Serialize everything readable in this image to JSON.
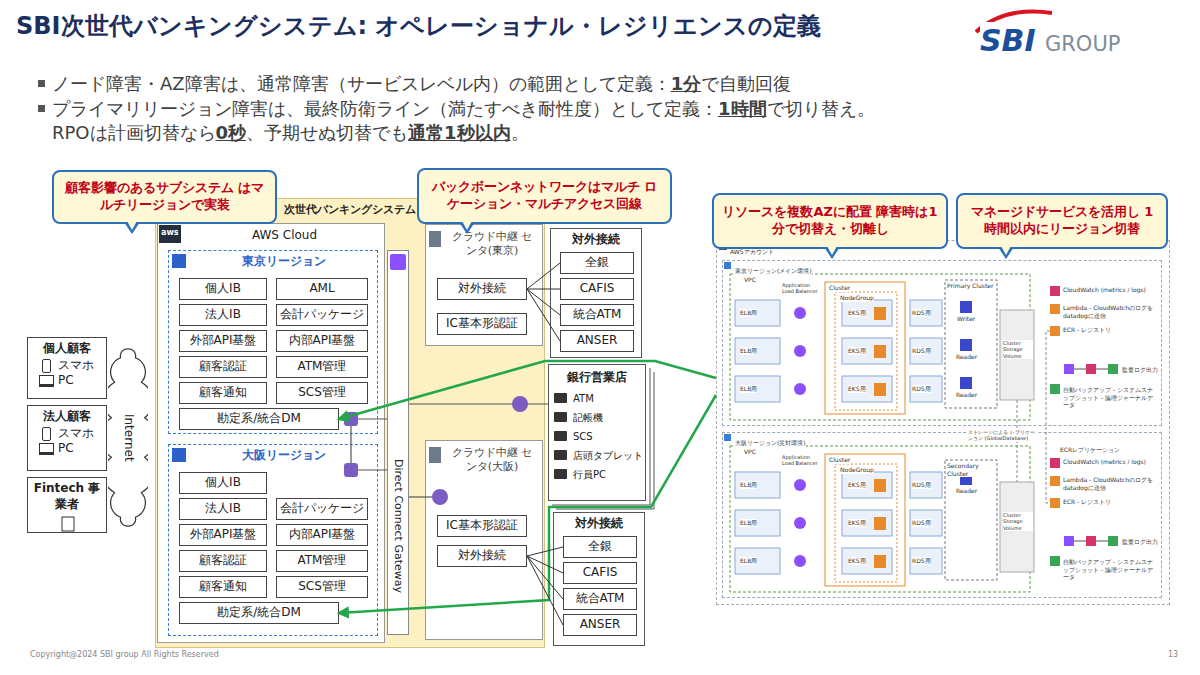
{
  "diagram": {
    "title": "SBI次世代バンキングシステム: オペレーショナル・レジリエンスの定義",
    "nodes": [
      {
        "text": [
          "顧客影響のあるサブシステム はマルチリージョンで実装"
        ]
      },
      {
        "text": [
          "バックボーンネットワークはマルチ ロケーション・マルチアクセス回線"
        ]
      },
      {
        "text": [
          "リソースを複数AZに配置 障害時は1分で切替え・切離し"
        ]
      },
      {
        "text": [
          "マネージドサービスを活用し 1時間以内にリージョン切替"
        ]
      },
      {
        "text": [
          "個人顧客",
          "スマホ",
          "PC"
        ]
      },
      {
        "text": [
          "法人顧客",
          "スマホ",
          "PC"
        ]
      },
      {
        "text": [
          "Fintech 事業者"
        ]
      },
      {
        "text": [
          "Internet"
        ]
      },
      {
        "text": [
          "次世代バンキングシステム"
        ]
      },
      {
        "text": [
          "AWS Cloud"
        ],
        "in": 8
      },
      {
        "text": [
          "東京リージョン"
        ],
        "in": 9
      },
      {
        "text": [
          "個人IB"
        ],
        "in": 10
      },
      {
        "text": [
          "AML"
        ],
        "in": 10
      },
      {
        "text": [
          "法人IB"
        ],
        "in": 10
      },
      {
        "text": [
          "会計パッケージ"
        ],
        "in": 10
      },
      {
        "text": [
          "外部API基盤"
        ],
        "in": 10
      },
      {
        "text": [
          "内部API基盤"
        ],
        "in": 10
      },
      {
        "text": [
          "顧客認証"
        ],
        "in": 10
      },
      {
        "text": [
          "ATM管理"
        ],
        "in": 10
      },
      {
        "text": [
          "顧客通知"
        ],
        "in": 10
      },
      {
        "text": [
          "SCS管理"
        ],
        "in": 10
      },
      {
        "text": [
          "勘定系/統合DM"
        ],
        "in": 10
      },
      {
        "text": [
          "大阪リージョン"
        ],
        "in": 9
      },
      {
        "text": [
          "個人IB"
        ],
        "in": 22
      },
      {
        "text": [
          "法人IB"
        ],
        "in": 22
      },
      {
        "text": [
          "会計パッケージ"
        ],
        "in": 22
      },
      {
        "text": [
          "外部API基盤"
        ],
        "in": 22
      },
      {
        "text": [
          "内部API基盤"
        ],
        "in": 22
      },
      {
        "text": [
          "顧客認証"
        ],
        "in": 22
      },
      {
        "text": [
          "ATM管理"
        ],
        "in": 22
      },
      {
        "text": [
          "顧客通知"
        ],
        "in": 22
      },
      {
        "text": [
          "SCS管理"
        ],
        "in": 22
      },
      {
        "text": [
          "勘定系/統合DM"
        ],
        "in": 22
      },
      {
        "text": [
          "Direct Connect Gateway"
        ],
        "in": 8
      },
      {
        "text": [
          "クラウド中継 センタ(東京)"
        ],
        "in": 8
      },
      {
        "text": [
          "対外接続"
        ],
        "in": 34
      },
      {
        "text": [
          "IC基本形認証"
        ],
        "in": 34
      },
      {
        "text": [
          "クラウド中継 センタ(大阪)"
        ],
        "in": 8
      },
      {
        "text": [
          "IC基本形認証"
        ],
        "in": 37
      },
      {
        "text": [
          "対外接続"
        ],
        "in": 37
      },
      {
        "text": [
          "対外接続"
        ]
      },
      {
        "text": [
          "全銀"
        ],
        "in": 40
      },
      {
        "text": [
          "CAFIS"
        ],
        "in": 40
      },
      {
        "text": [
          "統合ATM"
        ],
        "in": 40
      },
      {
        "text": [
          "ANSER"
        ],
        "in": 40
      },
      {
        "text": [
          "銀行営業店",
          "ATM",
          "記帳機",
          "SCS",
          "店頭タブレット",
          "行員PC"
        ]
      },
      {
        "text": [
          "対外接続"
        ]
      },
      {
        "text": [
          "全銀"
        ],
        "in": 46
      },
      {
        "text": [
          "CAFIS"
        ],
        "in": 46
      },
      {
        "text": [
          "統合ATM"
        ],
        "in": 46
      },
      {
        "text": [
          "ANSER"
        ],
        "in": 46
      },
      {
        "text": [
          "AWSアカウント"
        ]
      },
      {
        "text": [
          "東京リージョン(メイン環境)"
        ],
        "in": 51
      },
      {
        "text": [
          "大阪リージョン(災対環境)"
        ],
        "in": 51
      }
    ],
    "edges": [
      {
        "from": 51,
        "to": 21,
        "arrow": "to"
      },
      {
        "from": 51,
        "to": 32,
        "arrow": "to"
      },
      {
        "from": 35,
        "to": 41,
        "arrow": "none"
      },
      {
        "from": 35,
        "to": 42,
        "arrow": "none"
      },
      {
        "from": 35,
        "to": 43,
        "arrow": "none"
      },
      {
        "from": 35,
        "to": 44,
        "arrow": "none"
      },
      {
        "from": 39,
        "to": 47,
        "arrow": "none"
      },
      {
        "from": 39,
        "to": 48,
        "arrow": "none"
      },
      {
        "from": 39,
        "to": 49,
        "arrow": "none"
      },
      {
        "from": 39,
        "to": 50,
        "arrow": "none"
      }
    ],
    "labels": [
      "SBI",
      "GROUP",
      "ノード障害・AZ障害は、通常障害（サービスレベル内）の範囲として定義：",
      "1分",
      "で自動回復",
      "プライマリリージョン障害は、最終防衛ライン（満たすべき耐性度）として定義：",
      "1時間",
      "で切り替え。",
      "RPOは計画切替なら",
      "0秒",
      "、予期せぬ切替でも",
      "通常1秒以内",
      "。",
      "aws",
      "Copyright@2024 SBI group All Rights Reserved",
      "13",
      "VPC",
      "ELB用",
      "ELB用",
      "ELB用",
      "Application Load Balancer",
      "Cluster",
      "NodeGroup",
      "EKS用",
      "EKS用",
      "EKS用",
      "RDS用",
      "RDS用",
      "RDS用",
      "Primary Cluster",
      "Writer",
      "Reader",
      "Reader",
      "Cluster Storage Volume",
      "CloudWatch (metrics / logs)",
      "Lambda - CloudWatchのログをdatadogに送信",
      "ECR - レジストリ",
      "監査ログ出力",
      "自動バックアップ - システムスナップショット - 論理ジャーナルデータ",
      "VPC",
      "ELB用",
      "ELB用",
      "ELB用",
      "Application Load Balancer",
      "Cluster",
      "NodeGroup",
      "EKS用",
      "EKS用",
      "EKS用",
      "RDS用",
      "RDS用",
      "RDS用",
      "Secondary Cluster",
      "Reader",
      "Cluster Storage Volume",
      "CloudWatch (metrics / logs)",
      "Lambda - CloudWatchのログをdatadogに送信",
      "ECR - レジストリ",
      "監査ログ出力",
      "自動バックアップ - システムスナップショット - 論理ジャーナルデータ",
      "ストレージによる レプリケーション (GlobalDatabase)",
      "ECRレプリケーション"
    ]
  }
}
